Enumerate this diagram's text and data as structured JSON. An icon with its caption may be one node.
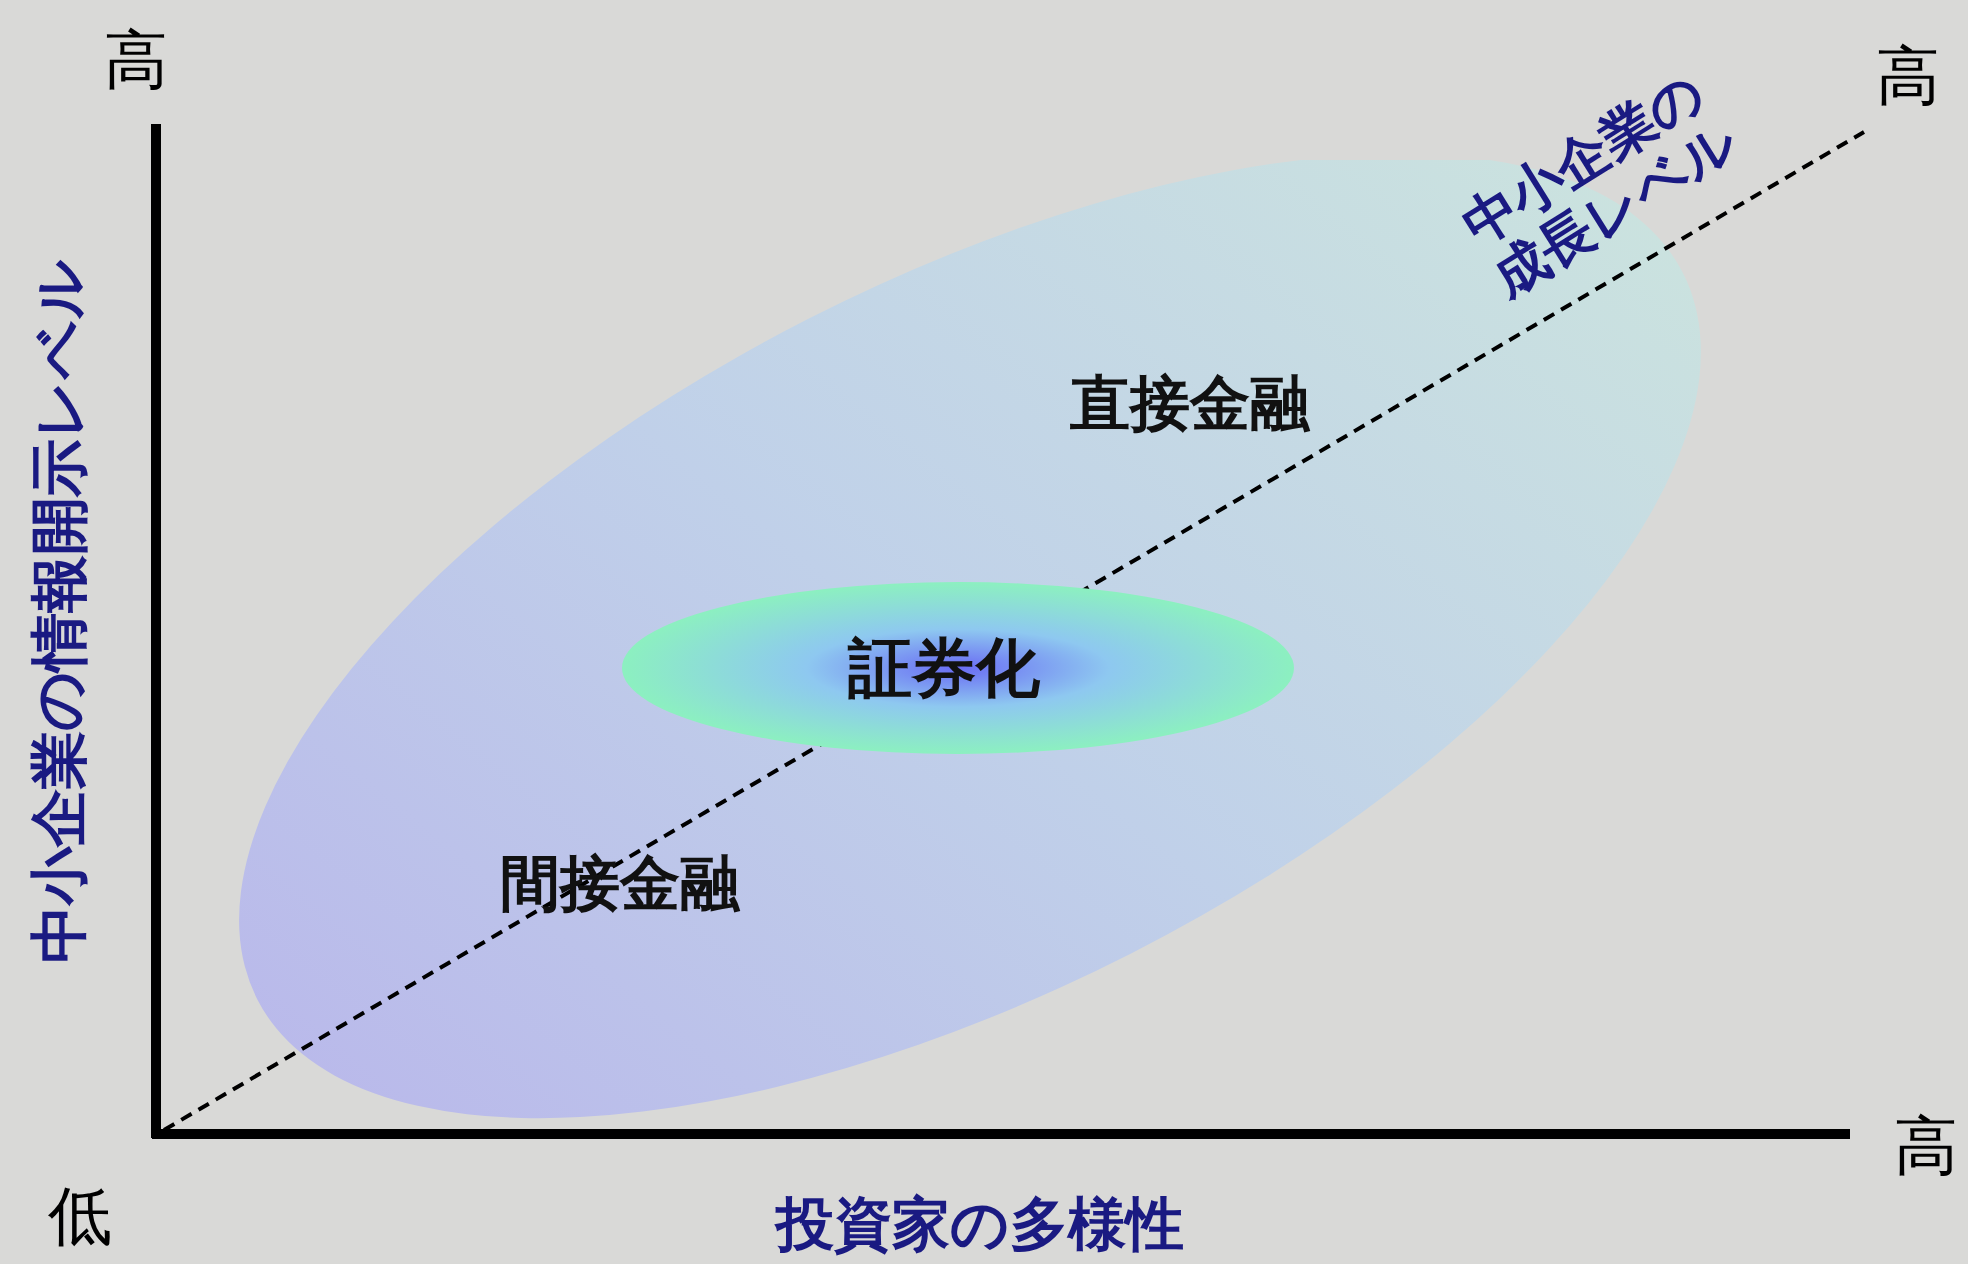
{
  "diagram": {
    "nodes": [
      {
        "text": [
          "直接金融",
          "間接金融"
        ]
      },
      {
        "text": [
          "証券化"
        ],
        "in": 0
      }
    ],
    "labels": [
      "高",
      "中小企業の情報開示レベル",
      "中小企業の成長レベル",
      "高",
      "低",
      "高",
      "投資家の多様性"
    ]
  }
}
